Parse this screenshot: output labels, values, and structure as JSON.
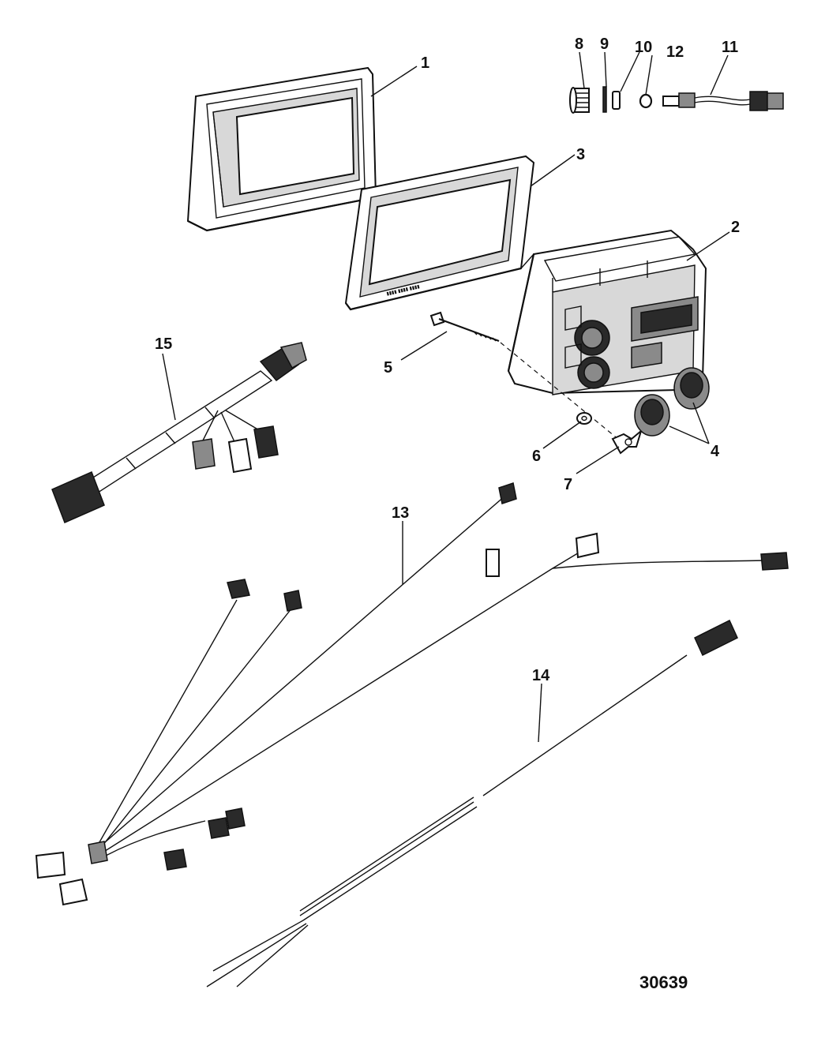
{
  "figure": {
    "number": "30639"
  },
  "callouts": {
    "c1": "1",
    "c2": "2",
    "c3": "3",
    "c4": "4",
    "c5": "5",
    "c6": "6",
    "c7": "7",
    "c8": "8",
    "c9": "9",
    "c10": "10",
    "c11": "11",
    "c12": "12",
    "c13": "13",
    "c14": "14",
    "c15": "15"
  },
  "colors": {
    "ink": "#111111",
    "background": "#ffffff"
  }
}
